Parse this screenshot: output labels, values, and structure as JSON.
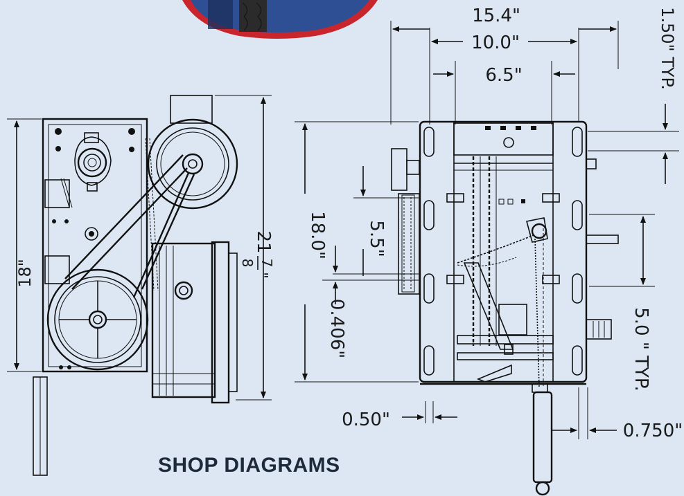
{
  "caption": "SHOP DIAGRAMS",
  "dimensions": {
    "top_overall": "15.4\"",
    "top_inner": "10.0\"",
    "top_mid": "6.5\"",
    "right_typ_top": "1.50\" TYP.",
    "left_height": "18\"",
    "side_height_whole": "21",
    "side_height_num": "7",
    "side_height_den": "8",
    "side_height_unit": "\"",
    "front_height": "18.0\"",
    "mid_vertical": "5.5\"",
    "small_vertical": "0.406\"",
    "right_typ_mid": "5.0 \" TYP.",
    "bottom_small": "0.50\"",
    "bottom_right": "0.750\""
  },
  "colors": {
    "background": "#dce7f3",
    "line": "#111111",
    "badge_blue": "#2f4f95",
    "badge_red": "#c8252d"
  }
}
